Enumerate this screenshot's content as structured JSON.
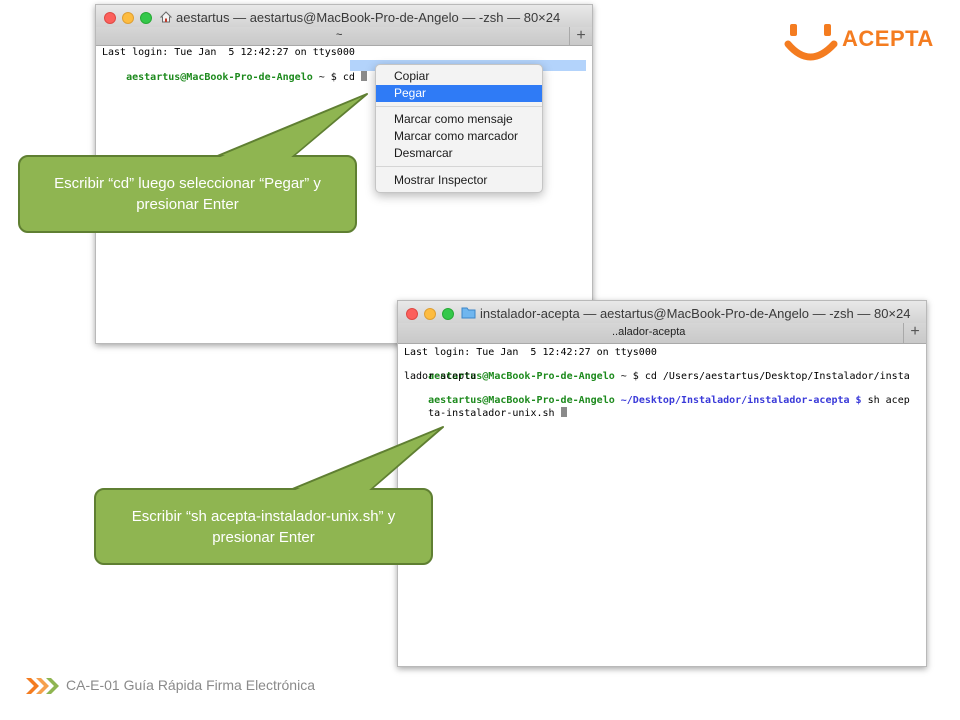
{
  "logo": {
    "brand": "ACEPTA",
    "color": "#f47c20"
  },
  "window1": {
    "title": "aestartus — aestartus@MacBook-Pro-de-Angelo — -zsh — 80×24",
    "tab_label": "~",
    "home_icon": "home-icon",
    "lines": {
      "login": "Last login: Tue Jan  5 12:42:27 on ttys000",
      "prompt_user": "aestartus@MacBook-Pro-de-Angelo",
      "prompt_rest": " ~ $ cd "
    }
  },
  "context_menu": {
    "items": [
      "Copiar",
      "Pegar",
      "Marcar como mensaje",
      "Marcar como marcador",
      "Desmarcar",
      "Mostrar Inspector"
    ],
    "selected": "Pegar"
  },
  "window2": {
    "title": "instalador-acepta — aestartus@MacBook-Pro-de-Angelo — -zsh — 80×24",
    "tab_label": "..alador-acepta",
    "folder_icon": "folder-icon",
    "lines": {
      "login": "Last login: Tue Jan  5 12:42:27 on ttys000",
      "user": "aestartus@MacBook-Pro-de-Angelo",
      "cmd1": " ~ $ cd /Users/aestartus/Desktop/Instalador/insta",
      "wrap1": "lador-acepta",
      "path": " ~/Desktop/Instalador/instalador-acepta $",
      "cmd2": " sh acep",
      "wrap2": "ta-instalador-unix.sh "
    }
  },
  "callout1": {
    "text": "Escribir “cd” luego seleccionar “Pegar” y presionar Enter"
  },
  "callout2": {
    "text": "Escribir “sh acepta-instalador-unix.sh” y presionar Enter"
  },
  "footer": {
    "text": "CA-E-01 Guía Rápida Firma Electrónica"
  },
  "colors": {
    "callout_fill": "#8fb551",
    "callout_border": "#5f7f32",
    "menu_highlight": "#2f7bf6"
  }
}
